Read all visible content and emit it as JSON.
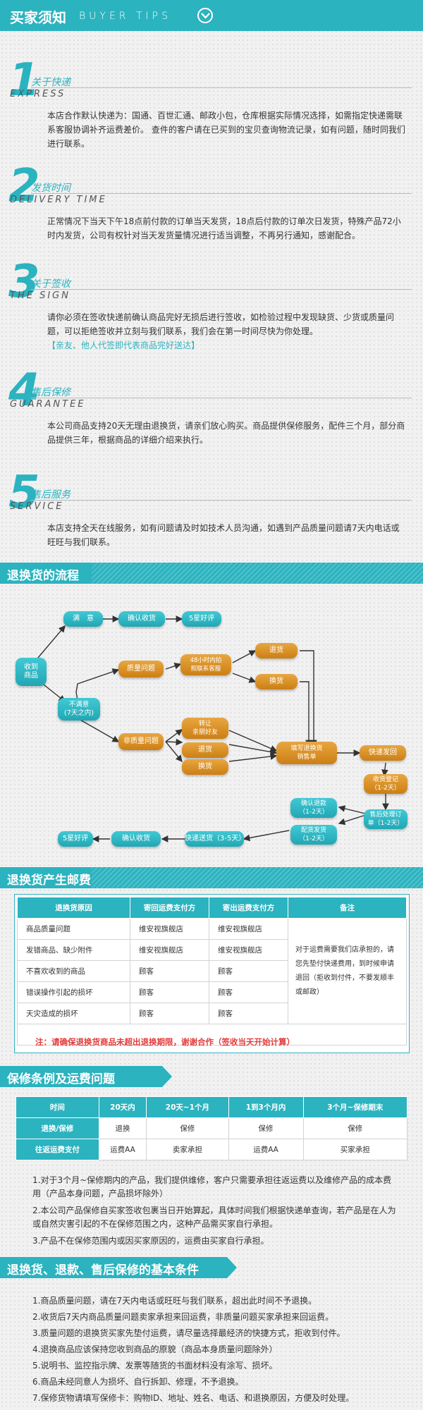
{
  "header": {
    "title": "买家须知",
    "subtitle": "BUYER TIPS",
    "chevron_icon": "chevron-down-icon"
  },
  "tips": [
    {
      "num": "1",
      "title": "关于快递",
      "en": "EXPRESS",
      "body": "本店合作默认快递为：国通、百世汇通、邮政小包，仓库根据实际情况选择，如需指定快递需联系客服协调补齐运费差价。 查件的客户请在已买到的宝贝查询物流记录，如有问题，随时同我们进行联系。"
    },
    {
      "num": "2",
      "title": "发货时间",
      "en": "DELIVERY TIME",
      "body": "正常情况下当天下午18点前付款的订单当天发货，18点后付款的订单次日发货，特殊产品72小时内发货，公司有权针对当天发货量情况进行适当调整，不再另行通知，感谢配合。"
    },
    {
      "num": "3",
      "title": "关于签收",
      "en": "THE SIGN",
      "body": "请你必须在签收快递前确认商品完好无损后进行签收，如检验过程中发现缺货、少货或质量问题，可以拒绝签收并立刻与我们联系，我们会在第一时间尽快为你处理。",
      "note": "【亲友、他人代签即代表商品完好送达】"
    },
    {
      "num": "4",
      "title": "售后保修",
      "en": "GUARANTEE",
      "body": "本公司商品支持20天无理由退换货，请亲们放心购买。商品提供保修服务，配件三个月，部分商品提供三年，根据商品的详细介绍来执行。"
    },
    {
      "num": "5",
      "title": "售后服务",
      "en": "SERVICE",
      "body": "本店支持全天在线服务，如有问题请及时如技术人员沟通，如遇到产品质量问题请7天内电话或旺旺与我们联系。"
    }
  ],
  "sections": {
    "flow": "退换货的流程",
    "fees": "退换货产生邮费",
    "warranty": "保修条例及运费问题",
    "conditions": "退换货、退款、售后保修的基本条件"
  },
  "flow": {
    "receive": "收到\n商品",
    "satisfied": "满　意",
    "confirm1": "确认收货",
    "five_star1": "5星好评",
    "unsatisfied": "不满意\n(7天之内)",
    "quality": "质量问题",
    "contact48": "48小时内拍\n照联系客服",
    "return1": "退货",
    "exchange1": "换货",
    "nonquality": "非质量问题",
    "transfer": "转让\n亲朋好友",
    "return2": "退货",
    "exchange2": "换货",
    "fill_form": "填写退换货\n销售单",
    "express_back": "快递发回",
    "receive_register": "收货登记\n（1-2天）",
    "after_sale": "售后处理订\n单（1-2天）",
    "confirm_refund": "确认退款\n（1-2天）",
    "dispatch": "配货发货\n（1-2天）",
    "express_ship": "快递送货（3-5天）",
    "confirm2": "确认收货",
    "five_star2": "5星好评"
  },
  "fee_table": {
    "headers": [
      "退换货原因",
      "寄回运费支付方",
      "寄出运费支付方",
      "备注"
    ],
    "rows": [
      [
        "商品质量问题",
        "维安视旗舰店",
        "维安视旗舰店"
      ],
      [
        "发错商品、缺少附件",
        "维安视旗舰店",
        "维安视旗舰店"
      ],
      [
        "不喜欢收到的商品",
        "顾客",
        "顾客"
      ],
      [
        "错误操作引起的损坏",
        "顾客",
        "顾客"
      ],
      [
        "天灾造成的损坏",
        "顾客",
        "顾客"
      ]
    ],
    "note": "对于运费需要我们店承担的，请您先垫付快递费用，到时候申请退回（拒收到付件，不要发顺丰或邮政）",
    "footer": "注：请确保退换货商品未超出退换期限，谢谢合作（签收当天开始计算）"
  },
  "warranty_table": {
    "headers": [
      "时间",
      "20天内",
      "20天~1个月",
      "1到3个月内",
      "3个月~保修期末"
    ],
    "rows": [
      [
        "退换/保修",
        "退换",
        "保修",
        "保修",
        "保修"
      ],
      [
        "往返运费支付",
        "运费AA",
        "卖家承担",
        "运费AA",
        "买家承担"
      ]
    ]
  },
  "warranty_paras": [
    "1.对于3个月~保修期内的产品，我们提供维修，客户只需要承担往返运费以及维修产品的成本费用（产品本身问题，产品损坏除外）",
    "2.本公司产品保修自买家签收包裹当日开始算起，具体时间我们根据快递单查询，若产品是在人为或自然灾害引起的不在保修范围之内，这种产品需买家自行承担。",
    "3.产品不在保修范围内或因买家原因的，运费由买家自行承担。"
  ],
  "conditions": [
    "1.商品质量问题，请在7天内电话或旺旺与我们联系，超出此时间不予退换。",
    "2.收货后7天内商品质量问题卖家承担来回运费，非质量问题买家承担来回运费。",
    "3.质量问题的退换货买家先垫付运费，请尽量选择最经济的快捷方式，拒收到付件。",
    "4.退换商品应该保持您收到商品的原貌（商品本身质量问题除外）",
    "5.说明书、监控指示牌、发票等随货的书面材料没有涂写、损坏。",
    "6.商品未经同意人为损坏、自行拆卸、修理，不予退换。",
    "7.保修货物请填写保修卡：购物ID、地址、姓名、电话、和退换原因，方便及时处理。"
  ],
  "colors": {
    "accent": "#2bb3bf",
    "orange": "#d9901f",
    "warning": "#e23b3b"
  }
}
